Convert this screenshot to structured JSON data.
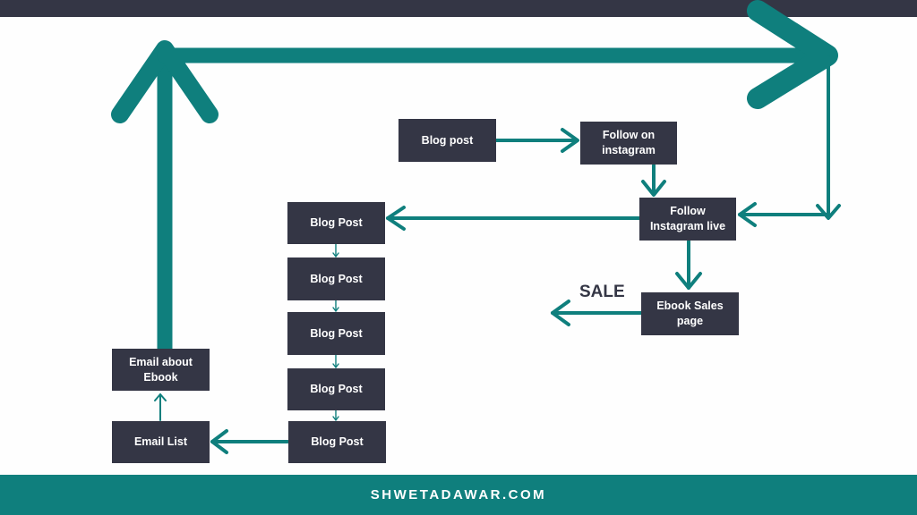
{
  "nodes": {
    "blog_post_start": "Blog post",
    "follow_instagram": "Follow on instagram",
    "follow_instagram_live": "Follow Instagram live",
    "ebook_sales_page": "Ebook Sales page",
    "blog_post_1": "Blog Post",
    "blog_post_2": "Blog Post",
    "blog_post_3": "Blog Post",
    "blog_post_4": "Blog Post",
    "blog_post_5": "Blog Post",
    "email_list": "Email List",
    "email_about_ebook": "Email about Ebook"
  },
  "sale_label": "SALE",
  "footer": {
    "site": "SHWETADAWAR.COM"
  },
  "colors": {
    "teal": "#0f7f7d",
    "box": "#343645",
    "topbar": "#343645",
    "background": "#fefefe"
  }
}
